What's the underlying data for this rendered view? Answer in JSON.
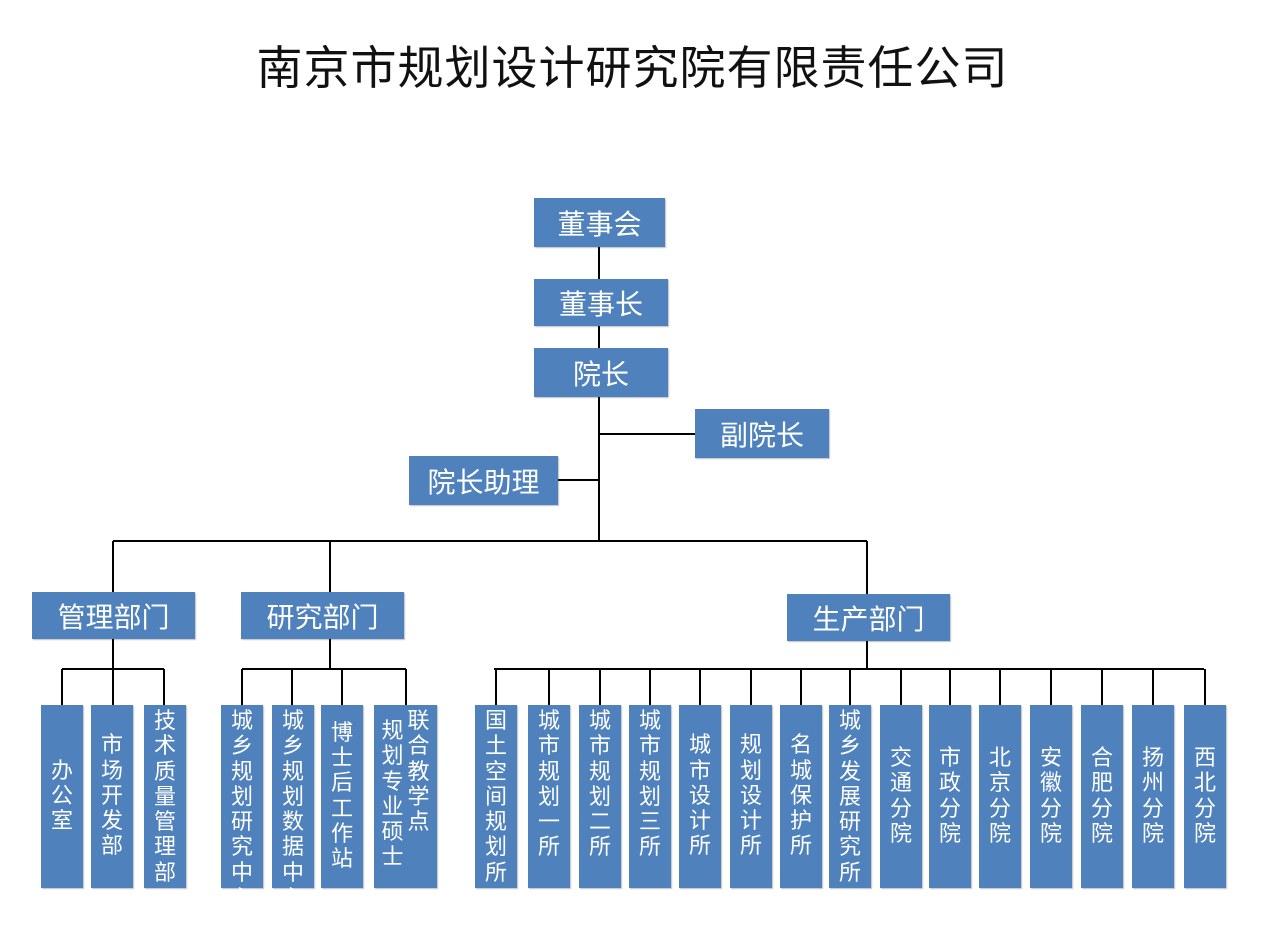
{
  "title": "南京市规划设计研究院有限责任公司",
  "colors": {
    "box_fill": "#4f81bd",
    "box_text": "#ffffff",
    "line": "#000000"
  },
  "top": {
    "board": "董事会",
    "chairman": "董事长",
    "president": "院长",
    "vice_president": "副院长",
    "assistant": "院长助理"
  },
  "departments": {
    "management": "管理部门",
    "research": "研究部门",
    "production": "生产部门"
  },
  "management_units": [
    "办公室",
    "市场开发部",
    "技术质量管理部"
  ],
  "research_units": [
    "城乡规划研究中心",
    "城乡规划数据中心",
    "博士后工作站",
    "联合教学点",
    "规划专业硕士"
  ],
  "production_units": [
    "国土空间规划所",
    "城市规划一所",
    "城市规划二所",
    "城市规划三所",
    "城市设计所",
    "规划设计所",
    "名城保护所",
    "城乡发展研究所",
    "交通分院",
    "市政分院",
    "北京分院",
    "安徽分院",
    "合肥分院",
    "扬州分院",
    "西北分院"
  ]
}
